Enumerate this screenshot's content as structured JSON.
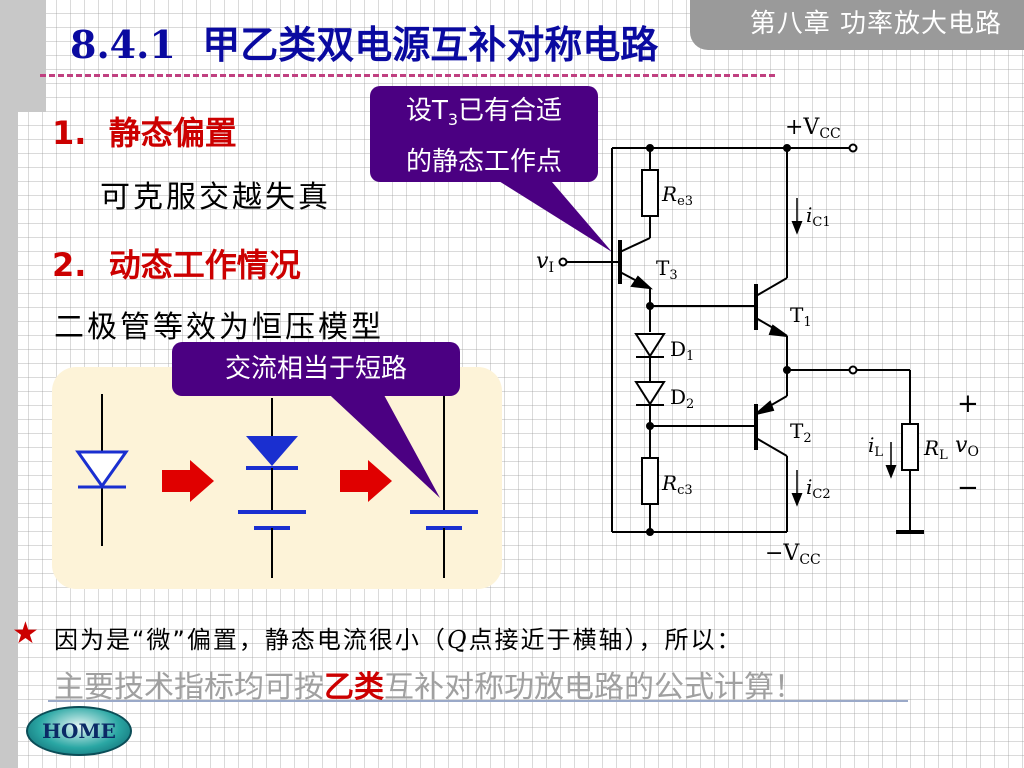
{
  "header": {
    "chapter": "第八章 功率放大电路",
    "title_num": "8.4.1",
    "title_text": "甲乙类双电源互补对称电路"
  },
  "sections": {
    "s1": {
      "num": "1.",
      "label": "静态偏置",
      "detail": "可克服交越失真"
    },
    "s2": {
      "num": "2.",
      "label": "动态工作情况",
      "detail": "二极管等效为恒压模型"
    }
  },
  "callouts": {
    "bias_line1": "设T",
    "bias_sub": "3",
    "bias_line1_rest": "已有合适",
    "bias_line2": "的静态工作点",
    "ac_short": "交流相当于短路"
  },
  "circuit": {
    "vcc_pos": "+V",
    "vcc_neg": "−V",
    "vcc_sub": "CC",
    "vi": "v",
    "vi_sub": "I",
    "vo": "v",
    "vo_sub": "O",
    "re3": "R",
    "re3_sub": "e3",
    "rc3": "R",
    "rc3_sub": "c3",
    "rl": "R",
    "rl_sub": "L",
    "t1": "T",
    "t1_sub": "1",
    "t2": "T",
    "t2_sub": "2",
    "t3": "T",
    "t3_sub": "3",
    "d1": "D",
    "d1_sub": "1",
    "d2": "D",
    "d2_sub": "2",
    "ic1": "i",
    "ic1_sub": "C1",
    "ic2": "i",
    "ic2_sub": "C2",
    "il": "i",
    "il_sub": "L",
    "plus": "+",
    "minus": "−"
  },
  "footer": {
    "star": "★",
    "line1_a": "因为是“微”偏置，静态电流很小（",
    "line1_q": "Q",
    "line1_b": "点接近于横轴），所以：",
    "line2_a": "主要技术指标均可按",
    "line2_hl": "乙类",
    "line2_b": "互补对称功放电路的公式计算！"
  },
  "nav": {
    "home": "HOME"
  },
  "colors": {
    "title_blue": "#0a0aa0",
    "heading_red": "#cc0000",
    "callout_purple": "#4b0082",
    "diode_blue": "#1a2fd0",
    "arrow_red": "#e00000"
  }
}
